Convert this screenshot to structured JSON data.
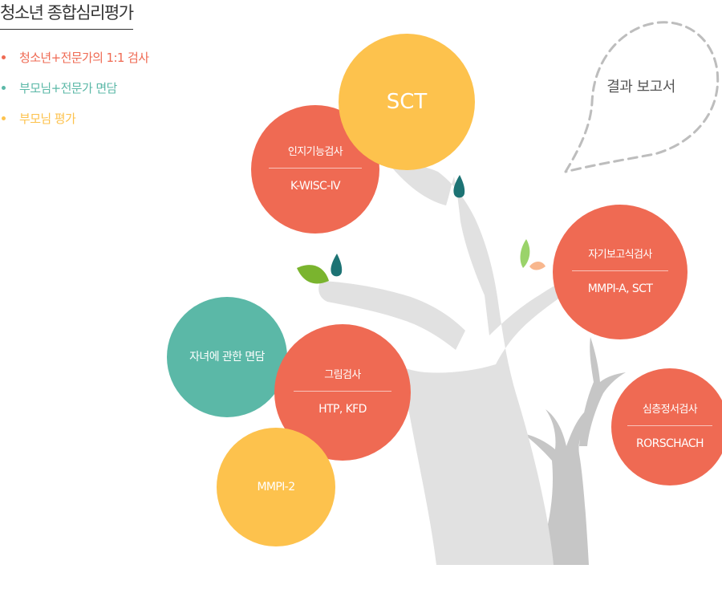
{
  "title": "청소년 종합심리평가",
  "legend": [
    {
      "label": "청소년+전문가의 1:1 검사",
      "color": "#ef6a53"
    },
    {
      "label": "부모님+전문가 면담",
      "color": "#5bb8a7"
    },
    {
      "label": "부모님 평가",
      "color": "#fdc24d"
    }
  ],
  "report": {
    "label": "결과 보고서"
  },
  "colors": {
    "coral": "#ef6a53",
    "teal": "#5bb8a7",
    "yellow": "#fdc24d",
    "tree_trunk": "#e1e1e1",
    "tree_back": "#c6c6c6"
  },
  "nodes": {
    "sct_top": {
      "label": "SCT"
    },
    "cognitive": {
      "category": "인지기능검사",
      "test": "K-WISC-Ⅳ"
    },
    "self_report": {
      "category": "자기보고식검사",
      "test": "MMPI-A, SCT"
    },
    "child_interview": {
      "label": "자녀에 관한 면담"
    },
    "drawing": {
      "category": "그림검사",
      "test": "HTP, KFD"
    },
    "deep_emotion": {
      "category": "심층정서검사",
      "test": "RORSCHACH"
    },
    "mmpi2": {
      "label": "MMPI-2"
    }
  }
}
